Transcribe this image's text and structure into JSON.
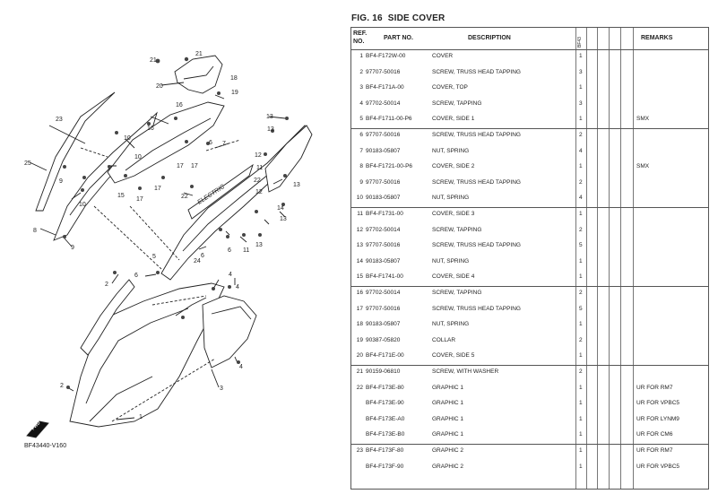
{
  "figure": {
    "prefix": "FIG.",
    "number": "16",
    "title": "SIDE COVER"
  },
  "diagram": {
    "code": "BF43440-V160",
    "fwd_label": "FWD",
    "graphic_text": "ELECTRIC",
    "callouts": [
      "21",
      "21",
      "20",
      "19",
      "18",
      "16",
      "16",
      "15",
      "17",
      "17",
      "17",
      "17",
      "10",
      "10",
      "10",
      "9",
      "9",
      "8",
      "23",
      "25",
      "13",
      "13",
      "13",
      "13",
      "13",
      "12",
      "12",
      "11",
      "11",
      "14",
      "7",
      "22",
      "22",
      "6",
      "6",
      "6",
      "6",
      "24",
      "5",
      "4",
      "4",
      "4",
      "3",
      "2",
      "2",
      "1"
    ]
  },
  "table": {
    "headers": {
      "ref": "REF.",
      "ref2": "NO.",
      "part": "PART NO.",
      "desc": "DESCRIPTION",
      "qty": "BF43",
      "remarks": "REMARKS"
    },
    "rows": [
      {
        "ref": "1",
        "part": "BF4-F172W-00",
        "desc": "COVER",
        "qty": "1",
        "remark": ""
      },
      {
        "ref": "2",
        "part": "97707-50016",
        "desc": "SCREW, TRUSS HEAD TAPPING",
        "qty": "3",
        "remark": ""
      },
      {
        "ref": "3",
        "part": "BF4-F171A-00",
        "desc": "COVER, TOP",
        "qty": "1",
        "remark": ""
      },
      {
        "ref": "4",
        "part": "97702-50014",
        "desc": "SCREW, TAPPING",
        "qty": "3",
        "remark": ""
      },
      {
        "ref": "5",
        "part": "BF4-F1711-00-P6",
        "desc": "COVER, SIDE 1",
        "qty": "1",
        "remark": "SMX"
      },
      {
        "ref": "6",
        "part": "97707-50016",
        "desc": "SCREW, TRUSS HEAD TAPPING",
        "qty": "2",
        "remark": ""
      },
      {
        "ref": "7",
        "part": "90183-05807",
        "desc": "NUT, SPRING",
        "qty": "4",
        "remark": ""
      },
      {
        "ref": "8",
        "part": "BF4-F1721-00-P6",
        "desc": "COVER, SIDE 2",
        "qty": "1",
        "remark": "SMX"
      },
      {
        "ref": "9",
        "part": "97707-50016",
        "desc": "SCREW, TRUSS HEAD TAPPING",
        "qty": "2",
        "remark": ""
      },
      {
        "ref": "10",
        "part": "90183-05807",
        "desc": "NUT, SPRING",
        "qty": "4",
        "remark": ""
      },
      {
        "ref": "11",
        "part": "BF4-F1731-00",
        "desc": "COVER, SIDE 3",
        "qty": "1",
        "remark": ""
      },
      {
        "ref": "12",
        "part": "97702-50014",
        "desc": "SCREW, TAPPING",
        "qty": "2",
        "remark": ""
      },
      {
        "ref": "13",
        "part": "97707-50016",
        "desc": "SCREW, TRUSS HEAD TAPPING",
        "qty": "5",
        "remark": ""
      },
      {
        "ref": "14",
        "part": "90183-05807",
        "desc": "NUT, SPRING",
        "qty": "1",
        "remark": ""
      },
      {
        "ref": "15",
        "part": "BF4-F1741-00",
        "desc": "COVER, SIDE 4",
        "qty": "1",
        "remark": ""
      },
      {
        "ref": "16",
        "part": "97702-50014",
        "desc": "SCREW, TAPPING",
        "qty": "2",
        "remark": ""
      },
      {
        "ref": "17",
        "part": "97707-50016",
        "desc": "SCREW, TRUSS HEAD TAPPING",
        "qty": "5",
        "remark": ""
      },
      {
        "ref": "18",
        "part": "90183-05807",
        "desc": "NUT, SPRING",
        "qty": "1",
        "remark": ""
      },
      {
        "ref": "19",
        "part": "90387-05820",
        "desc": "COLLAR",
        "qty": "2",
        "remark": ""
      },
      {
        "ref": "20",
        "part": "BF4-F171E-00",
        "desc": "COVER, SIDE 5",
        "qty": "1",
        "remark": ""
      },
      {
        "ref": "21",
        "part": "90159-06810",
        "desc": "SCREW, WITH WASHER",
        "qty": "2",
        "remark": ""
      },
      {
        "ref": "22",
        "part": "BF4-F173E-80",
        "desc": "GRAPHIC 1",
        "qty": "1",
        "remark": "UR FOR RM7"
      },
      {
        "ref": "",
        "part": "BF4-F173E-90",
        "desc": "GRAPHIC 1",
        "qty": "1",
        "remark": "UR FOR VPBC5"
      },
      {
        "ref": "",
        "part": "BF4-F173E-A0",
        "desc": "GRAPHIC 1",
        "qty": "1",
        "remark": "UR FOR LYNM9"
      },
      {
        "ref": "",
        "part": "BF4-F173E-B0",
        "desc": "GRAPHIC 1",
        "qty": "1",
        "remark": "UR FOR CM6"
      },
      {
        "ref": "23",
        "part": "BF4-F173F-80",
        "desc": "GRAPHIC 2",
        "qty": "1",
        "remark": "UR FOR RM7"
      },
      {
        "ref": "",
        "part": "BF4-F173F-90",
        "desc": "GRAPHIC 2",
        "qty": "1",
        "remark": "UR FOR VPBC5"
      }
    ]
  }
}
